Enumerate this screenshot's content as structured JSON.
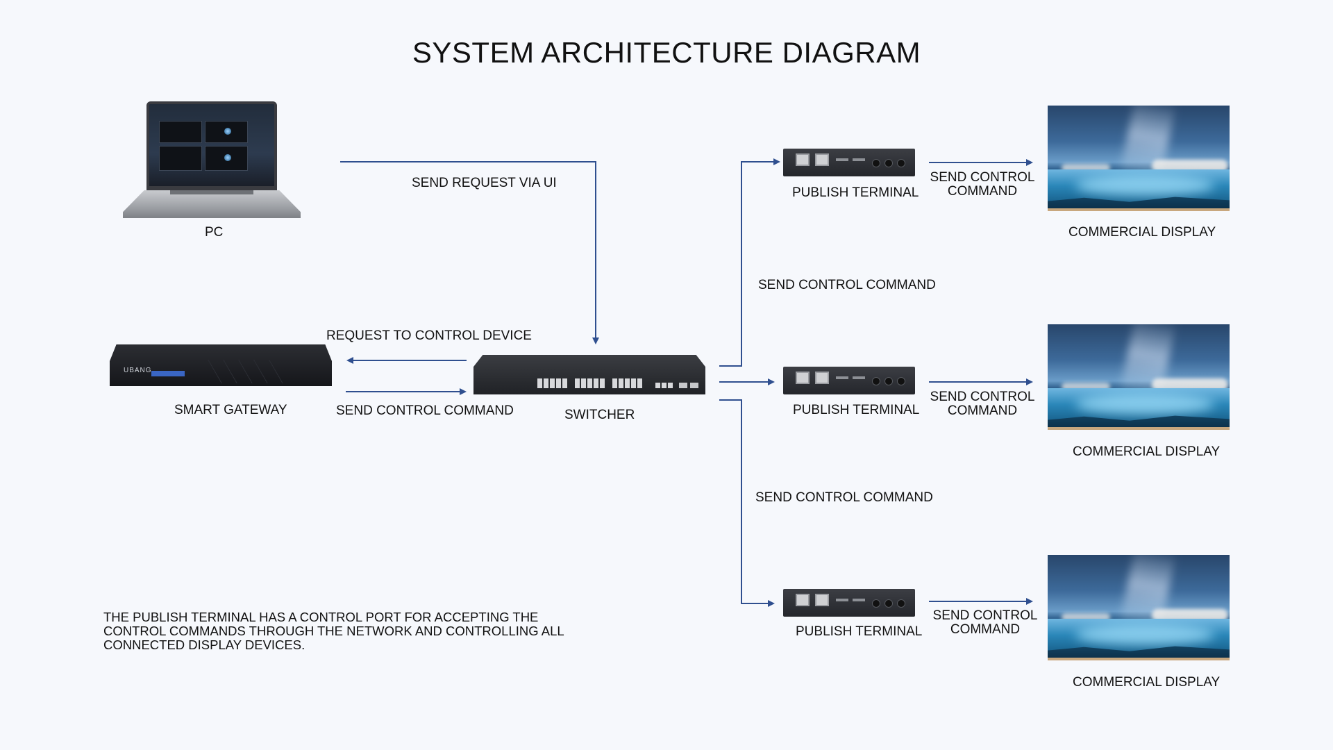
{
  "title": "SYSTEM ARCHITECTURE DIAGRAM",
  "nodes": {
    "pc": "PC",
    "gateway": "SMART GATEWAY",
    "switcher": "SWITCHER",
    "terminal_1": "PUBLISH TERMINAL",
    "terminal_2": "PUBLISH TERMINAL",
    "terminal_3": "PUBLISH TERMINAL",
    "display_1": "COMMERCIAL DISPLAY",
    "display_2": "COMMERCIAL DISPLAY",
    "display_3": "COMMERCIAL DISPLAY",
    "gateway_brand": "UBANG"
  },
  "edges": {
    "pc_to_switcher": "SEND REQUEST VIA UI",
    "switcher_to_gateway": "REQUEST TO CONTROL DEVICE",
    "gateway_to_switcher": "SEND CONTROL COMMAND",
    "switcher_to_terminal_upper": "SEND CONTROL COMMAND",
    "switcher_to_terminal_lower": "SEND CONTROL COMMAND",
    "terminal_1_to_display": "SEND CONTROL COMMAND",
    "terminal_2_to_display": "SEND CONTROL COMMAND",
    "terminal_3_to_display": "SEND CONTROL COMMAND"
  },
  "note": "THE PUBLISH TERMINAL HAS A CONTROL PORT FOR ACCEPTING THE CONTROL COMMANDS THROUGH THE NETWORK AND CONTROLLING ALL CONNECTED DISPLAY DEVICES.",
  "colors": {
    "arrow": "#2f4f8f",
    "background": "#f6f8fc"
  }
}
